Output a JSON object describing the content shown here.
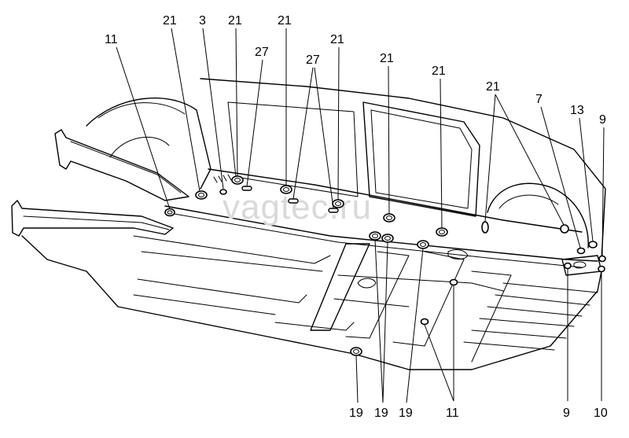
{
  "watermark": "vagtec.ru",
  "callouts": [
    {
      "id": "c1",
      "label": "11"
    },
    {
      "id": "c2",
      "label": "21"
    },
    {
      "id": "c3",
      "label": "3"
    },
    {
      "id": "c4",
      "label": "21"
    },
    {
      "id": "c5",
      "label": "27"
    },
    {
      "id": "c6",
      "label": "21"
    },
    {
      "id": "c7",
      "label": "27"
    },
    {
      "id": "c8",
      "label": "21"
    },
    {
      "id": "c9",
      "label": "21"
    },
    {
      "id": "c10",
      "label": "21"
    },
    {
      "id": "c11",
      "label": "21"
    },
    {
      "id": "c12",
      "label": "7"
    },
    {
      "id": "c13",
      "label": "13"
    },
    {
      "id": "c14",
      "label": "9"
    },
    {
      "id": "c15",
      "label": "19"
    },
    {
      "id": "c16",
      "label": "19"
    },
    {
      "id": "c17",
      "label": "19"
    },
    {
      "id": "c18",
      "label": "11"
    },
    {
      "id": "c19",
      "label": "9"
    },
    {
      "id": "c20",
      "label": "10"
    }
  ]
}
